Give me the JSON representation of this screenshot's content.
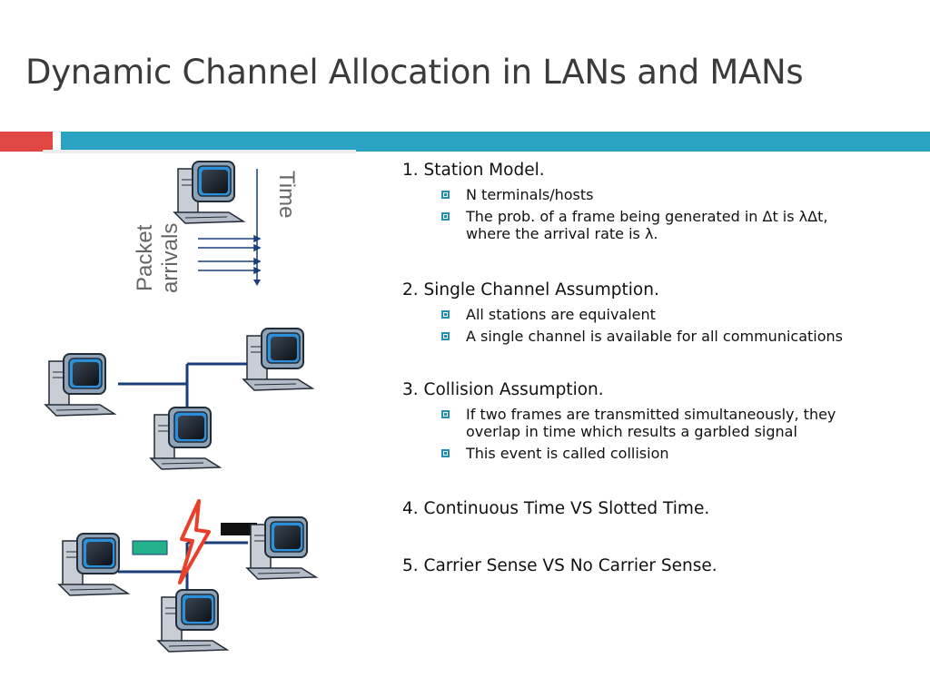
{
  "slide": {
    "title": "Dynamic Channel Allocation in LANs and MANs"
  },
  "figure": {
    "time_label": "Time",
    "packet_label_line1": "Packet",
    "packet_label_line2": "arrivals"
  },
  "sections": [
    {
      "title": "1. Station Model.",
      "items": [
        "N terminals/hosts",
        "The prob. of a frame being generated in Δt is λΔt,",
        "where the arrival rate is λ."
      ]
    },
    {
      "title": "2. Single Channel Assumption.",
      "items": [
        "All stations are equivalent",
        "A single channel is available for all communications"
      ]
    },
    {
      "title": "3. Collision Assumption.",
      "items": [
        "If two frames are transmitted simultaneously, they",
        "overlap in time which results a garbled signal",
        "This event is called collision"
      ]
    },
    {
      "title": "4. Continuous Time VS Slotted Time."
    },
    {
      "title": "5. Carrier Sense VS No Carrier Sense."
    }
  ],
  "colors": {
    "accent_red": "#e14843",
    "accent_teal": "#2aa2c2",
    "bullet": "#1f8fb5",
    "link_line": "#1a3e7a",
    "frame_green": "#23b08a",
    "frame_black": "#111111",
    "lightning": "#e8402a"
  }
}
